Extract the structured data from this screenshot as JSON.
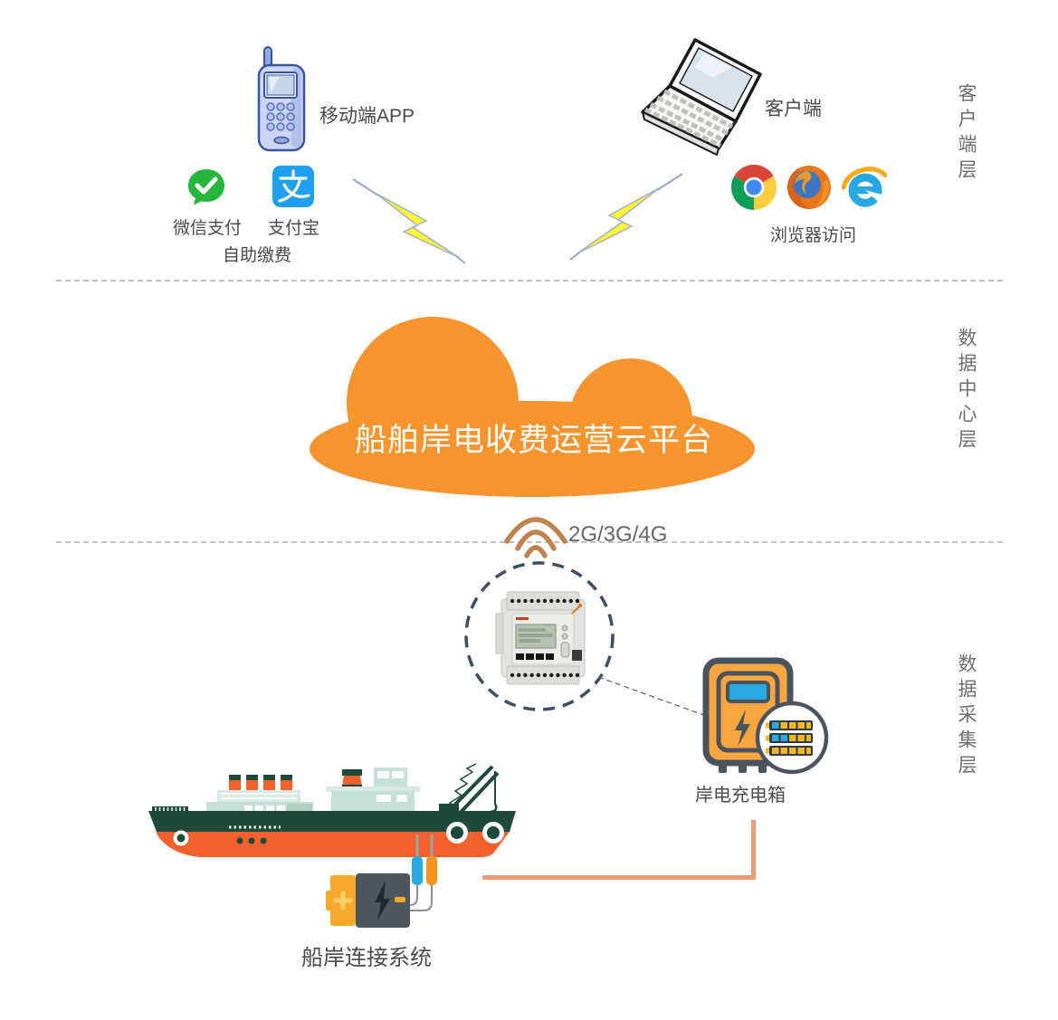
{
  "layer_labels": {
    "client": "客户端层",
    "data_center": "数据中心层",
    "data_collection": "数据采集层"
  },
  "client_layer": {
    "mobile_app": "移动端APP",
    "wechat_pay": "微信支付",
    "alipay": "支付宝",
    "self_service_payment": "自助缴费",
    "pc_client": "客户端",
    "browser_access": "浏览器访问"
  },
  "data_center_layer": {
    "cloud_title": "船舶岸电收费运营云平台"
  },
  "network": {
    "signal": "2G/3G/4G"
  },
  "data_collection_layer": {
    "charging_box": "岸电充电箱",
    "ship_shore_connection": "船岸连接系统"
  },
  "icons": {
    "mobile-phone-icon": "classic cellphone clipart",
    "wechat-pay-icon": "green bubble with white check",
    "alipay-icon": "blue square with white zhi glyph",
    "laptop-icon": "tilted laptop clipart",
    "chrome-icon": "chrome browser disc",
    "firefox-icon": "firefox browser disc",
    "ie-icon": "internet explorer e with swoosh",
    "lightning-bolt-icon": "yellow zigzag bolt",
    "cloud-icon": "orange cloud",
    "wifi-signal-icon": "three tan arcs",
    "energy-meter-icon": "DIN-rail energy meter photo",
    "dashed-circle": "magnifier dashed circle",
    "charging-cabinet-icon": "orange shore-power charging box with blue screen and bolt",
    "battery-cells-icon": "three battery rows in circle",
    "ship-icon": "flat cargo ship with crane",
    "battery-probes-icon": "battery with blue and orange test probes"
  },
  "colors": {
    "cloud_orange": "#F7942D",
    "connector_salmon": "#F09B78",
    "divider_gray": "#BFBFBF",
    "dashed_circle_navy": "#3D4D63",
    "label_gray": "#4A4A4A",
    "layer_label_gray": "#6E6E6E",
    "ship_orange": "#F2612B",
    "ship_dark_green": "#1E4A3E",
    "ship_mint": "#C5E0D4",
    "wifi_tan": "#C1834E",
    "box_orange": "#F9A640",
    "box_slate": "#4A545E",
    "screen_blue": "#29ABE2",
    "battery_yellow": "#F5A929",
    "battery_gray": "#4E565E",
    "bolt_yellow": "#FBFB30"
  }
}
